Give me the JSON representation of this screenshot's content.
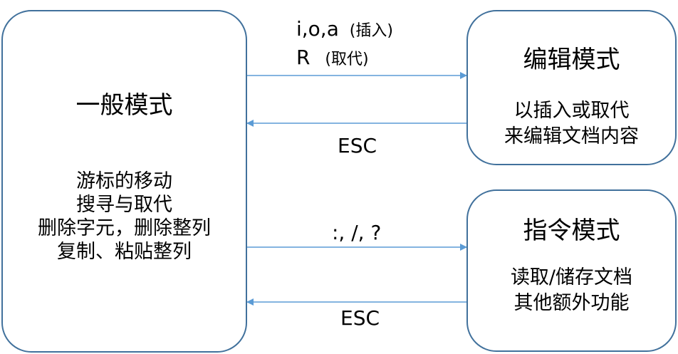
{
  "normal_mode": {
    "title": "一般模式",
    "lines": [
      "游标的移动",
      "搜寻与取代",
      "删除字元，删除整列",
      "复制、粘贴整列"
    ]
  },
  "edit_mode": {
    "title": "编辑模式",
    "lines": [
      "以插入或取代",
      "来编辑文档内容"
    ]
  },
  "command_mode": {
    "title": "指令模式",
    "lines": [
      "读取/储存文档",
      "其他额外功能"
    ]
  },
  "edges": {
    "to_edit": {
      "keys_1": "i,o,a",
      "note_1": "(插入)",
      "keys_2": "R",
      "note_2": "(取代)"
    },
    "from_edit": {
      "label": "ESC"
    },
    "to_command": {
      "label": ":, /, ?"
    },
    "from_command": {
      "label": "ESC"
    }
  },
  "colors": {
    "box_border": "#41719c",
    "arrow": "#5b9bd5"
  }
}
